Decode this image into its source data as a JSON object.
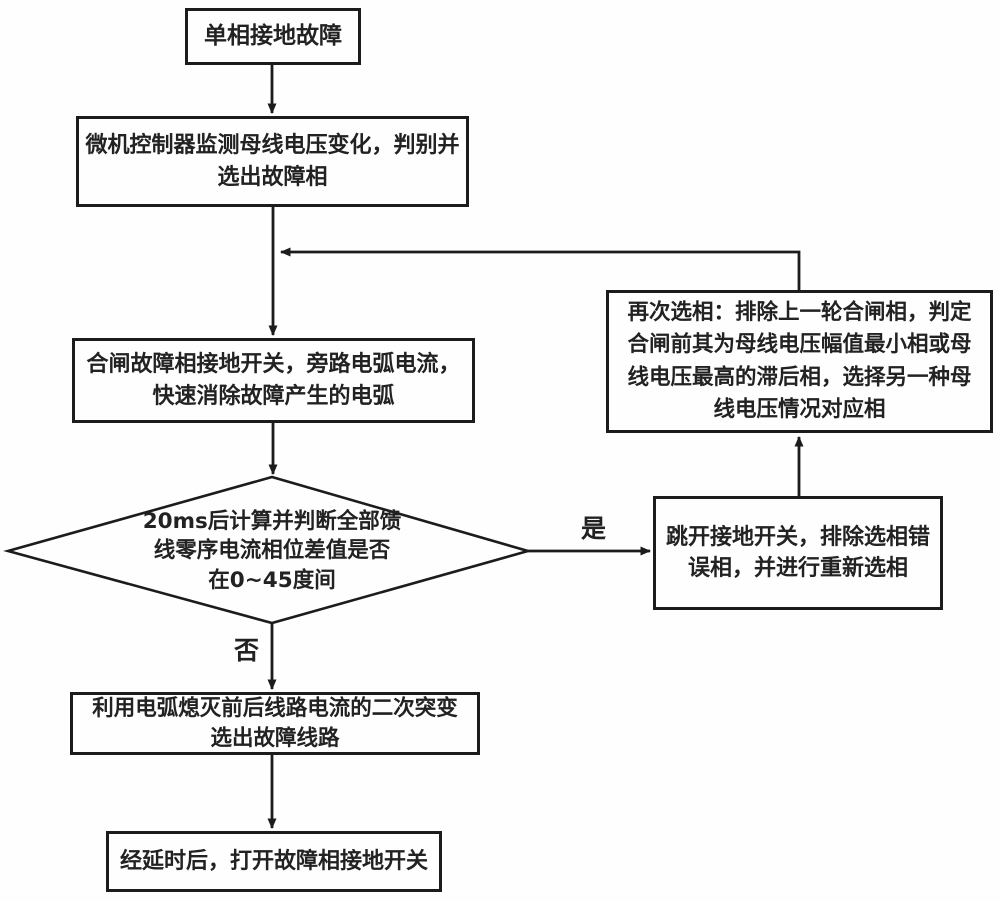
{
  "flowchart": {
    "nodes": {
      "start": {
        "shape": "rect",
        "label": "单相接地故障"
      },
      "monitor": {
        "shape": "rect",
        "label": "微机控制器监测母线电压变化，判别并\n选出故障相"
      },
      "close_switch": {
        "shape": "rect",
        "label": "合闸故障相接地开关，旁路电弧电流，\n快速消除故障产生的电弧"
      },
      "decision": {
        "shape": "diamond",
        "label": "20ms后计算并判断全部馈\n线零序电流相位差值是否\n在0~45度间"
      },
      "reselect": {
        "shape": "rect",
        "label": "再次选相：排除上一轮合闸相，判定\n合闸前其为母线电压幅值最小相或母\n线电压最高的滞后相，选择另一种母\n线电压情况对应相"
      },
      "trip": {
        "shape": "rect",
        "label": "跳开接地开关，排除选相错\n误相，并进行重新选相"
      },
      "select_line": {
        "shape": "rect",
        "label": "利用电弧熄灭前后线路电流的二次突变\n选出故障线路"
      },
      "open_switch": {
        "shape": "rect",
        "label": "经延时后，打开故障相接地开关"
      }
    },
    "edge_labels": {
      "yes": "是",
      "no": "否"
    },
    "colors": {
      "line": "#1c1c1c",
      "background": "#fefefe",
      "text": "#222222"
    }
  }
}
